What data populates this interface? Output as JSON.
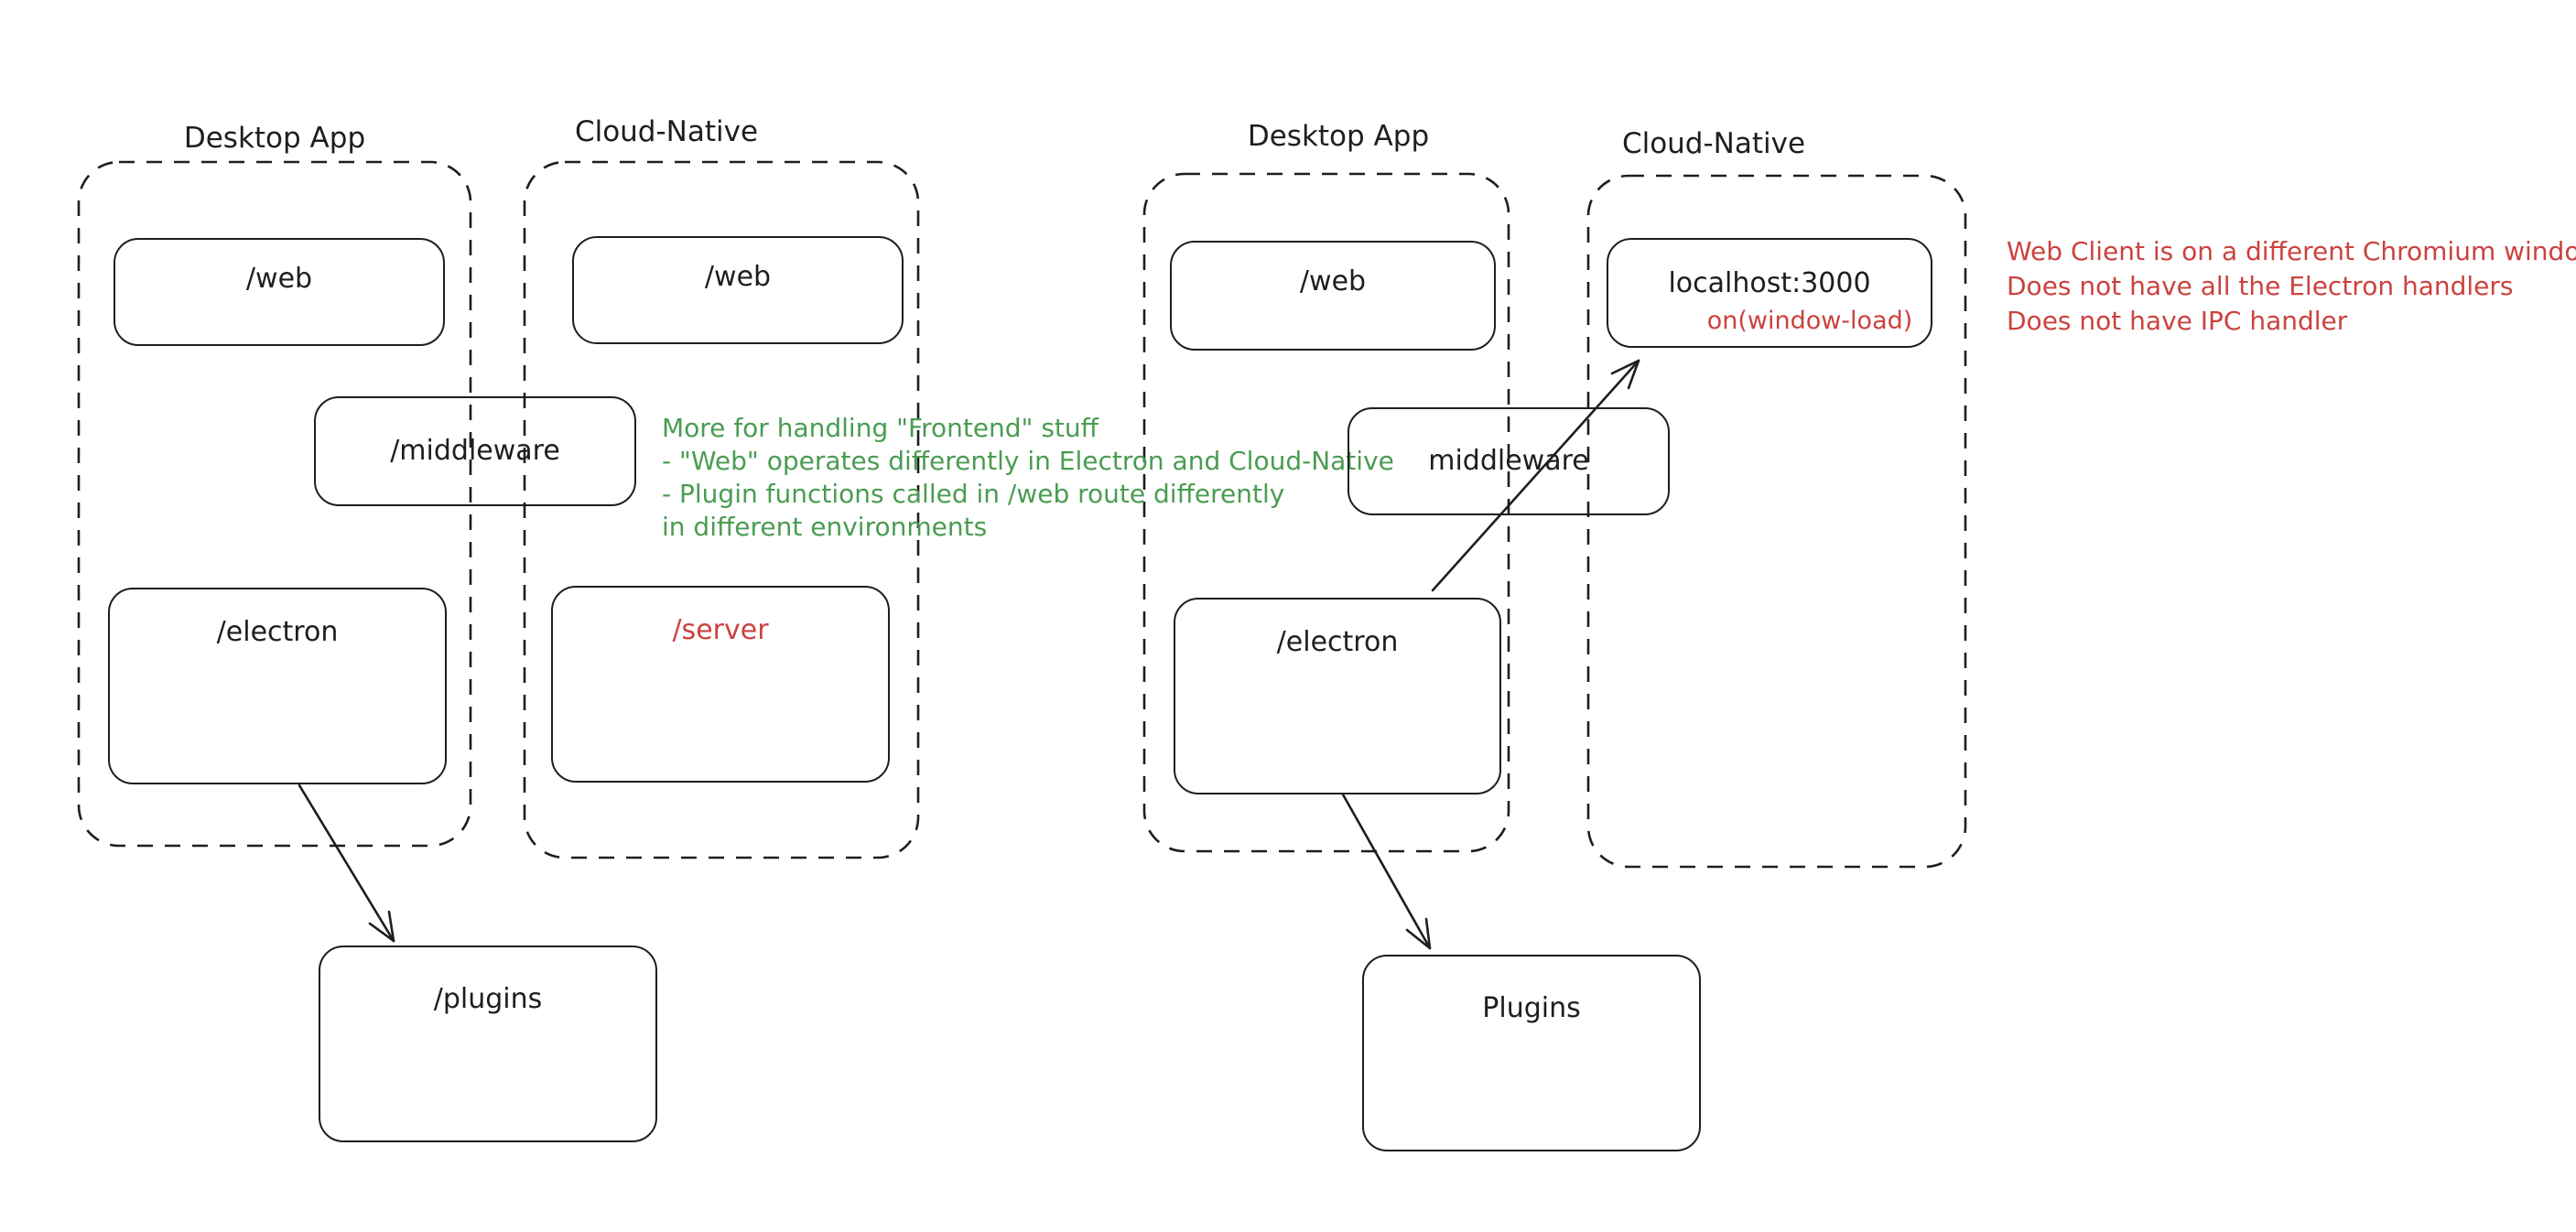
{
  "colors": {
    "ink": "#1e1e1e",
    "green": "#4a9c52",
    "red": "#cb423e",
    "background": "#ffffff"
  },
  "left_diagram": {
    "desktop": {
      "title": "Desktop App",
      "web_label": "/web",
      "electron_label": "/electron"
    },
    "cloud": {
      "title": "Cloud-Native",
      "web_label": "/web",
      "server_label": "/server"
    },
    "middleware_label": "/middleware",
    "plugins_label": "/plugins",
    "note_green": {
      "line1": "More for handling \"Frontend\" stuff",
      "line2": "- \"Web\" operates differently in Electron and Cloud-Native",
      "line3": "- Plugin functions called in /web route differently",
      "line4": "in different environments"
    }
  },
  "right_diagram": {
    "desktop": {
      "title": "Desktop App",
      "web_label": "/web",
      "electron_label": "/electron"
    },
    "cloud": {
      "title": "Cloud-Native",
      "localhost_label": "localhost:3000",
      "handler_label": "on(window-load)"
    },
    "middleware_label": "middleware",
    "plugins_label": "Plugins",
    "note_red": {
      "line1": "Web Client is on a different Chromium window",
      "line2": "Does not have all the Electron handlers",
      "line3": "Does not have IPC handler"
    }
  }
}
